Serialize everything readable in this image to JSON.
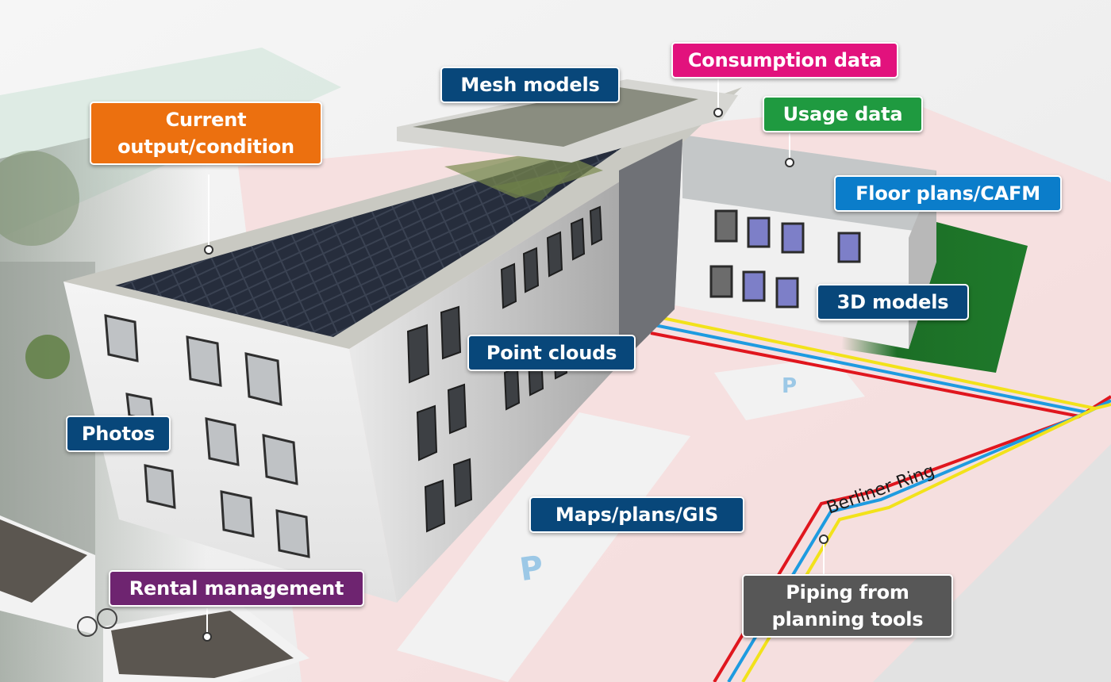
{
  "labels": {
    "current_output": [
      "Current",
      "output/condition"
    ],
    "mesh_models": "Mesh models",
    "consumption_data": "Consumption data",
    "usage_data": "Usage data",
    "floor_plans": "Floor plans/CAFM",
    "models_3d": "3D models",
    "point_clouds": "Point clouds",
    "photos": "Photos",
    "maps_plans_gis": "Maps/plans/GIS",
    "rental_management": "Rental management",
    "piping": [
      "Piping from",
      "planning tools"
    ]
  },
  "map": {
    "street_name": "Berliner Ring",
    "parking_symbol": "P"
  },
  "colors": {
    "navy": "#08477a",
    "orange": "#ec700f",
    "magenta": "#e2127d",
    "green": "#1f9a40",
    "blue": "#0b7dca",
    "purple": "#6e2470",
    "gray": "#575757",
    "pipe_red": "#e0161e",
    "pipe_blue": "#1e9be0",
    "pipe_yellow": "#f2e21a"
  }
}
